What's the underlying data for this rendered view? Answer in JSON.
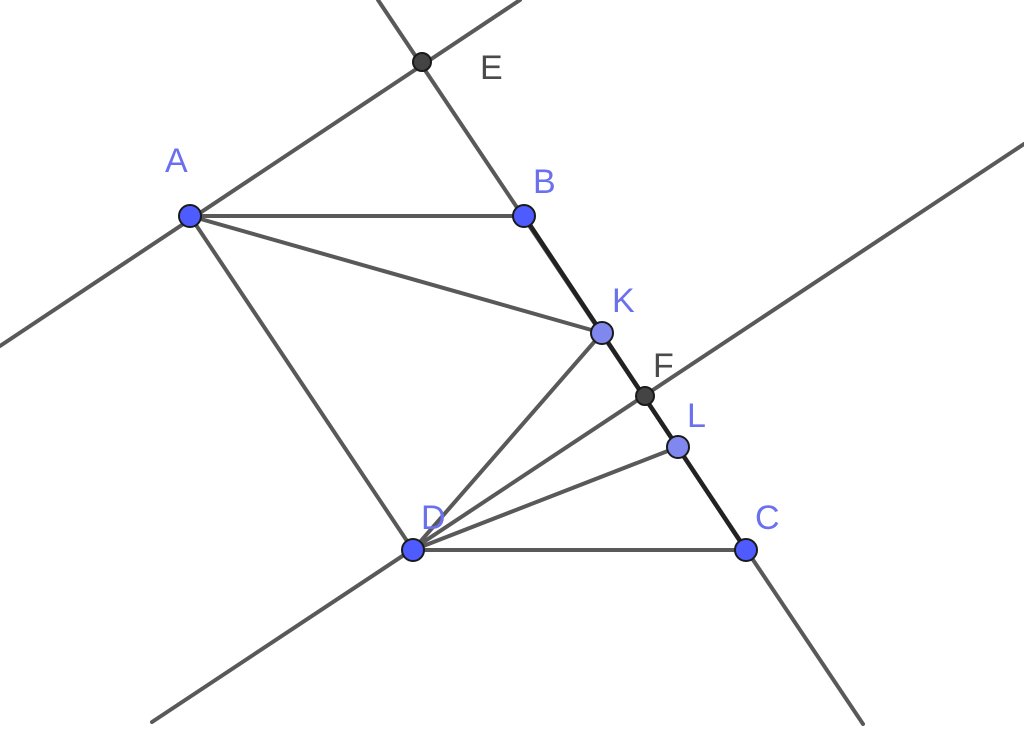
{
  "colors": {
    "free_point": "#4d5bff",
    "dependent_point": "#8088f0",
    "intersection_point": "#444444",
    "free_label": "#6b70ee",
    "dark_label": "#4a4a4a",
    "line": "#595959"
  },
  "points": {
    "A": {
      "label": "A",
      "kind": "free"
    },
    "B": {
      "label": "B",
      "kind": "free"
    },
    "C": {
      "label": "C",
      "kind": "free"
    },
    "D": {
      "label": "D",
      "kind": "free"
    },
    "K": {
      "label": "K",
      "kind": "dependent"
    },
    "L": {
      "label": "L",
      "kind": "dependent"
    },
    "E": {
      "label": "E",
      "kind": "intersection"
    },
    "F": {
      "label": "F",
      "kind": "intersection"
    }
  }
}
